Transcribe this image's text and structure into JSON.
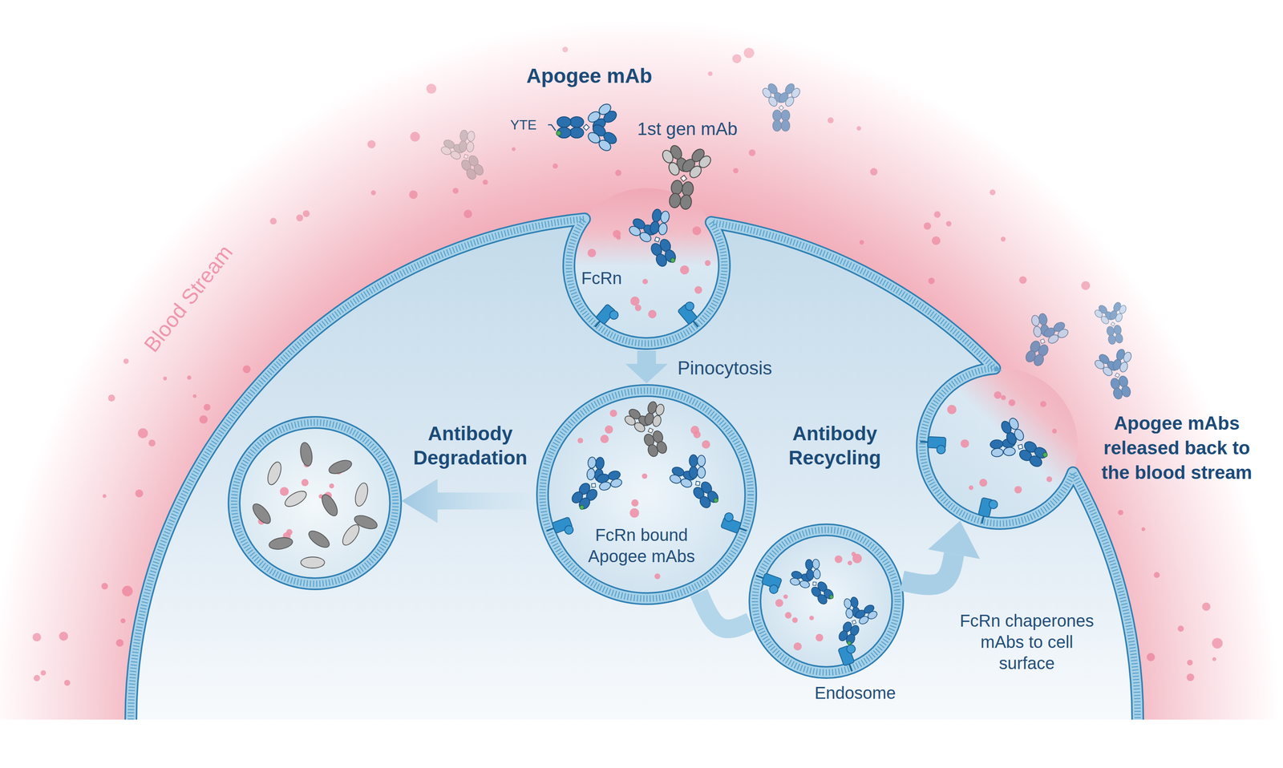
{
  "diagram": {
    "nodes": [
      {
        "text": [
          "Blood Stream"
        ]
      },
      {
        "text": [
          "FcRn"
        ]
      },
      {
        "text": [
          "FcRn bound Apogee mAbs"
        ]
      },
      {
        "text": [
          "Endosome"
        ]
      },
      {
        "text": [
          "Apogee mAbs released back to the blood stream"
        ]
      }
    ],
    "edges": [
      {
        "from": 1,
        "to": 2,
        "label": "Pinocytosis",
        "arrow": "to"
      },
      {
        "from": 2,
        "to": 3,
        "arrow": "none"
      },
      {
        "from": 3,
        "to": 4,
        "label": "FcRn chaperones mAbs to cell surface",
        "arrow": "to"
      }
    ],
    "labels": [
      "Apogee mAb",
      "YTE",
      "1st gen mAb",
      "Antibody Degradation",
      "Antibody Recycling"
    ]
  }
}
